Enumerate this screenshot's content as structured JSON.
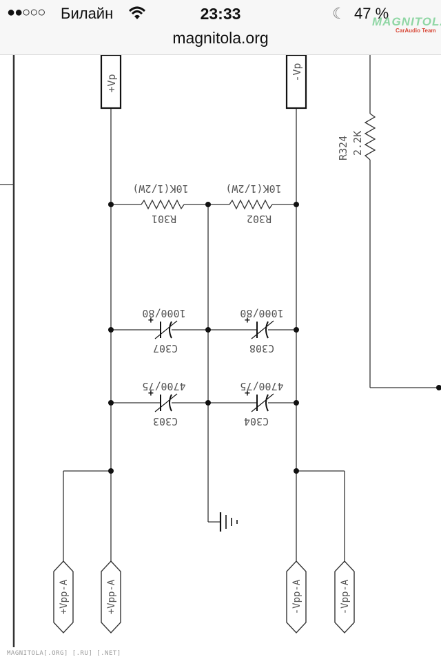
{
  "status_bar": {
    "signal_dots": "●●○○○",
    "carrier": "Билайн",
    "wifi_icon": "wifi-icon",
    "time": "23:33",
    "moon_icon": "moon-icon",
    "battery": "47 %",
    "url": "magnitola.org"
  },
  "watermark": {
    "logo_text": "MAGNITOLA",
    "tagline": "CarAudio Team"
  },
  "schematic": {
    "connectors": {
      "vp_plus": "+Vp",
      "vp_minus": "-Vp",
      "vpp_a_plus": "+Vpp-A",
      "vpp_a_minus": "-Vpp-A"
    },
    "resistors": {
      "r324": {
        "ref": "R324",
        "value": "2.2K"
      },
      "r301": {
        "ref": "R301",
        "value": "10K(1/2W)"
      },
      "r302": {
        "ref": "R302",
        "value": "10K(1/2W)"
      }
    },
    "capacitors": {
      "c307": {
        "ref": "C307",
        "value": "1000/80"
      },
      "c308": {
        "ref": "C308",
        "value": "1000/80"
      },
      "c303": {
        "ref": "C303",
        "value": "4700/75"
      },
      "c304": {
        "ref": "C304",
        "value": "4700/75"
      }
    },
    "polarity": "+"
  },
  "footer": "MAGNITOLA[.ORG] [.RU] [.NET]"
}
